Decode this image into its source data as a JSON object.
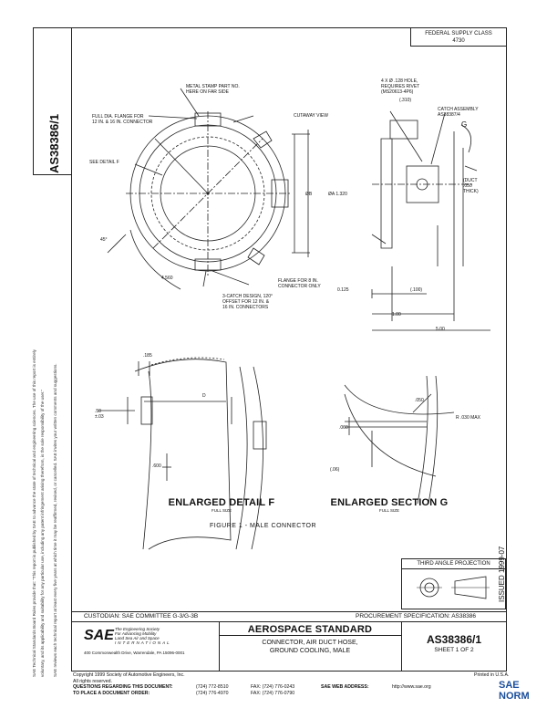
{
  "doc_number": "AS38386/1",
  "federal_supply_class": [
    "FEDERAL SUPPLY CLASS",
    "4730"
  ],
  "side_notices": [
    "SAE Technical Standards Board Rules provide that: \"This report is published by SAE to advance the state of technical and engineering sciences. The use of this report is entirely",
    "voluntary, and its applicability and suitability for any particular use, including any patent infringement arising therefrom, is the sole responsibility of the user.\"",
    "SAE reviews each technical report at least every five years at which time it may be reaffirmed, revised, or cancelled. SAE invites your written comments and suggestions."
  ],
  "drawing_labels": {
    "metal_stamp": [
      "METAL STAMP PART NO.",
      "HERE ON FAR SIDE"
    ],
    "full_dia_flange": [
      "FULL DIA. FLANGE FOR",
      "12 IN. & 16 IN. CONNECTOR"
    ],
    "cutaway_view": "CUTAWAY VIEW",
    "see_detail_f": "SEE DETAIL F",
    "dim_45": "45°",
    "dim_4560": "4.560",
    "dim_d": "D",
    "dim_dia_b": "ØB",
    "dim_dia_1320": "ØA 1.320",
    "flange_note": [
      "FLANGE FOR 8 IN.",
      "CONNECTOR ONLY"
    ],
    "catch_design": [
      "3-CATCH DESIGN, 120°",
      "OFFSET FOR 12 IN. &",
      "16 IN. CONNECTORS"
    ],
    "hole_note": [
      "4 X Ø .128 HOLE,",
      "REQUIRES RIVET",
      "(MS20613-4P6)"
    ],
    "dim_310": "(.310)",
    "catch_assembly": [
      "CATCH ASSEMBLY",
      "AS38387/4"
    ],
    "label_g": "G",
    "duct_note": [
      "(DUCT",
      ".050",
      "THICK)"
    ],
    "dim_0125": "0.125",
    "dim_100a": "(.100)",
    "dim_100b": "1.00",
    "dim_500": "5.00",
    "dim_185": ".185",
    "dim_50_03": [
      ".50",
      "±.03"
    ],
    "dim_d2": "D",
    "dim_600": ".600",
    "dim_050": ".050",
    "dim_060": ".060",
    "dim_r": "R .030 MAX",
    "dim_06": "(.06)"
  },
  "enlarged_detail_f": {
    "title": "ENLARGED DETAIL F",
    "scale": "FULL SIZE"
  },
  "enlarged_section_g": {
    "title": "ENLARGED SECTION G",
    "scale": "FULL SIZE"
  },
  "figure_caption": "FIGURE 1 - MALE CONNECTOR",
  "issued": "ISSUED 1999-07",
  "third_angle": "THIRD ANGLE PROJECTION",
  "custodian": "CUSTODIAN: SAE COMMITTEE G-3/G-3B",
  "procurement": "PROCUREMENT SPECIFICATION: AS38386",
  "sae_tagline": [
    "The Engineering Society",
    "For Advancing Mobility",
    "Land Sea Air and Space",
    "INTERNATIONAL"
  ],
  "sae_address": "400 Commonwealth Drive, Warrendale, PA 15096-0001",
  "aerospace_standard": "AEROSPACE STANDARD",
  "doc_title": [
    "CONNECTOR, AIR DUCT HOSE,",
    "GROUND COOLING, MALE"
  ],
  "sheet": "SHEET 1 OF 2",
  "copyright": "Copyright 1999 Society of Automotive Engineers, Inc.",
  "rights": "All rights reserved.",
  "printed": "Printed in U.S.A.",
  "questions_label": "QUESTIONS REGARDING THIS DOCUMENT:",
  "questions_tel": "(724) 772-8510",
  "questions_fax": "FAX: (724) 776-0243",
  "order_label": "TO PLACE A DOCUMENT ORDER:",
  "order_tel": "(724) 776-4970",
  "order_fax": "FAX: (724) 776-0790",
  "web_label": "SAE WEB ADDRESS:",
  "web_url": "http://www.sae.org",
  "watermark_text": "SAE NORM"
}
